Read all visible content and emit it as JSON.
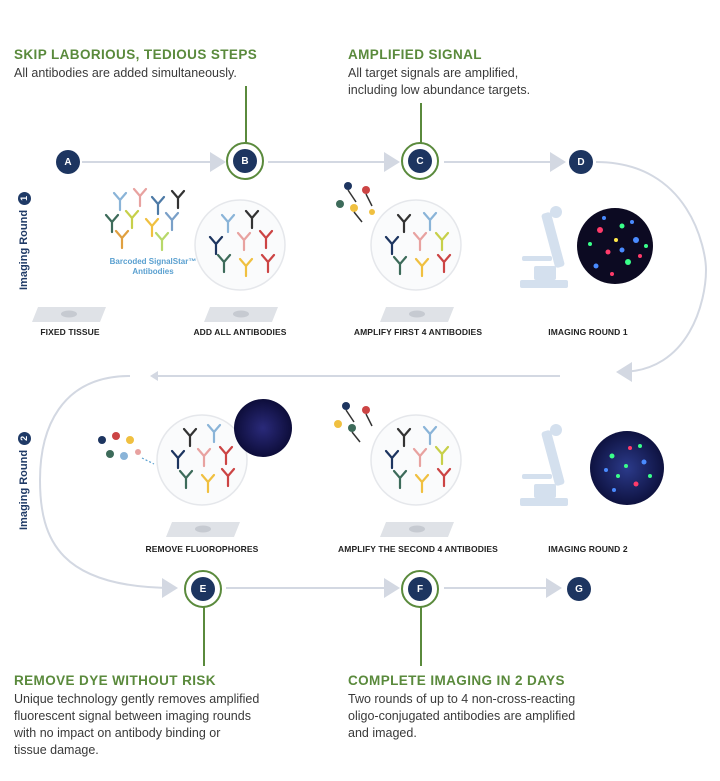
{
  "callouts": {
    "top_left": {
      "title": "SKIP LABORIOUS, TEDIOUS STEPS",
      "text": "All antibodies are added simultaneously."
    },
    "top_right": {
      "title": "AMPLIFIED SIGNAL",
      "text_line1": "All target signals are amplified,",
      "text_line2": "including low abundance targets."
    },
    "bottom_left": {
      "title": "REMOVE DYE WITHOUT RISK",
      "text_line1": "Unique technology gently removes amplified",
      "text_line2": "fluorescent signal between imaging rounds",
      "text_line3": "with no impact on antibody binding or",
      "text_line4": "tissue damage."
    },
    "bottom_right": {
      "title": "COMPLETE IMAGING IN 2 DAYS",
      "text_line1": "Two rounds of up to 4 non-cross-reacting",
      "text_line2": "oligo-conjugated antibodies are amplified",
      "text_line3": "and imaged."
    }
  },
  "nodes": {
    "a": "A",
    "b": "B",
    "c": "C",
    "d": "D",
    "e": "E",
    "f": "F",
    "g": "G"
  },
  "round_labels": {
    "round1": "Imaging Round",
    "round1_num": "1",
    "round2": "Imaging Round",
    "round2_num": "2"
  },
  "step_labels": {
    "fixed_tissue": "FIXED TISSUE",
    "add_all": "ADD ALL ANTIBODIES",
    "amplify_first": "AMPLIFY FIRST 4 ANTIBODIES",
    "imaging_round1": "IMAGING ROUND 1",
    "remove_fluoro": "REMOVE FLUOROPHORES",
    "amplify_second": "AMPLIFY THE SECOND 4 ANTIBODIES",
    "imaging_round2": "IMAGING ROUND 2"
  },
  "antibody_caption": {
    "line1": "Barcoded SignalStar™",
    "line2": "Antibodies"
  },
  "colors": {
    "navy": "#1d3560",
    "green": "#5a8a3c",
    "arrow": "#d8dde6",
    "callout_green": "#5a8a3c"
  }
}
